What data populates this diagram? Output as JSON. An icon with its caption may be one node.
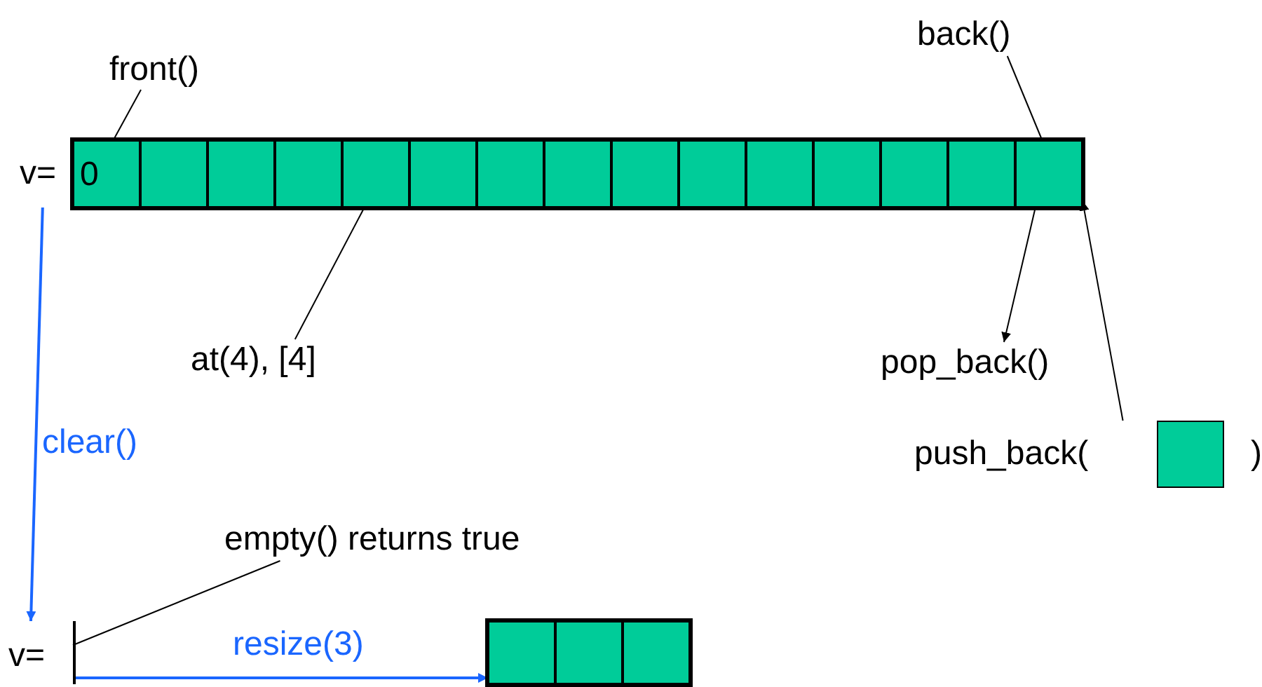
{
  "diagram": {
    "nodes": [
      {
        "text": [],
        "shape": "bar",
        "beside": [
          "v="
        ]
      },
      {
        "text": [
          "0"
        ],
        "in": 0
      },
      {
        "text": [],
        "shape": "box",
        "in": 0
      },
      {
        "text": [],
        "shape": "box",
        "in": 0
      },
      {
        "text": [],
        "shape": "box",
        "in": 0
      },
      {
        "text": [],
        "shape": "box",
        "in": 0
      },
      {
        "text": [],
        "shape": "box",
        "in": 0
      },
      {
        "text": [],
        "shape": "box",
        "in": 0
      },
      {
        "text": [],
        "shape": "box",
        "in": 0
      },
      {
        "text": [],
        "shape": "box",
        "in": 0
      },
      {
        "text": [],
        "shape": "box",
        "in": 0
      },
      {
        "text": [],
        "shape": "box",
        "in": 0
      },
      {
        "text": [],
        "shape": "box",
        "in": 0
      },
      {
        "text": [],
        "shape": "box",
        "in": 0
      },
      {
        "text": [],
        "shape": "box",
        "in": 0
      },
      {
        "text": [],
        "shape": "box",
        "in": 0
      },
      {
        "text": [
          "front()"
        ]
      },
      {
        "text": [
          "back()"
        ]
      },
      {
        "text": [
          "at(4), [4]"
        ]
      },
      {
        "text": [
          "pop_back()"
        ]
      },
      {
        "text": [
          "push_back(",
          ")"
        ]
      },
      {
        "text": [],
        "shape": "box",
        "in": 20
      },
      {
        "text": [],
        "shape": "bar",
        "beside": [
          "v="
        ]
      },
      {
        "text": [
          "empty() returns true"
        ]
      },
      {
        "text": [],
        "shape": "bar"
      },
      {
        "text": [],
        "shape": "box",
        "in": 24
      },
      {
        "text": [],
        "shape": "box",
        "in": 24
      },
      {
        "text": [],
        "shape": "box",
        "in": 24
      }
    ],
    "edges": [
      {
        "from": 16,
        "to": 1,
        "arrow": "none"
      },
      {
        "from": 17,
        "to": 15,
        "arrow": "none"
      },
      {
        "from": 18,
        "to": 5,
        "arrow": "none"
      },
      {
        "from": 15,
        "to": 19,
        "arrow": "to"
      },
      {
        "from": 20,
        "to": 15,
        "arrow": "to"
      },
      {
        "from": 0,
        "to": 22,
        "arrow": "to",
        "label": "clear()",
        "color": "#1a66ff"
      },
      {
        "from": 23,
        "to": 22,
        "arrow": "none"
      },
      {
        "from": 22,
        "to": 24,
        "arrow": "to",
        "label": "resize(3)",
        "color": "#1a66ff"
      }
    ]
  }
}
